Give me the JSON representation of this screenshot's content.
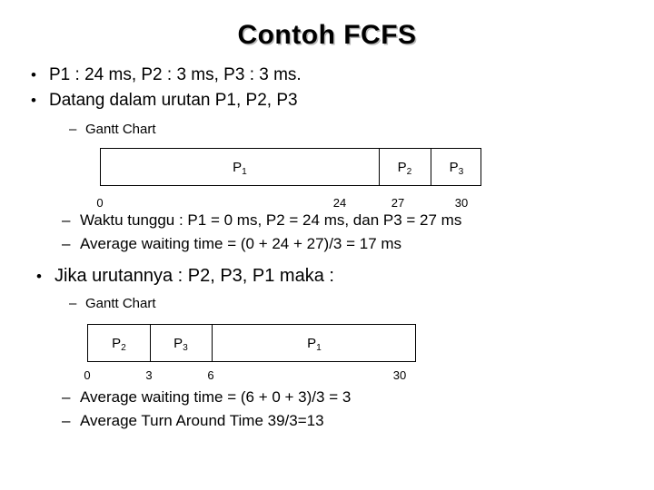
{
  "slide": {
    "title": "Contoh FCFS",
    "bullets": [
      {
        "marker": "•",
        "text": "P1 : 24 ms, P2 : 3 ms, P3 : 3 ms."
      },
      {
        "marker": "•",
        "text": "Datang dalam urutan P1, P2, P3"
      }
    ],
    "sub_bullets_1": [
      {
        "marker": "–",
        "text": "Gantt Chart"
      }
    ],
    "notes_1": [
      {
        "marker": "–",
        "text": "Waktu tunggu : P1 = 0 ms, P2 = 24 ms, dan P3 = 27 ms"
      },
      {
        "marker": "–",
        "text": "Average waiting time = (0 + 24 + 27)/3 = 17 ms"
      }
    ],
    "bullet_2": {
      "marker": "•",
      "text": "Jika urutannya : P2, P3, P1 maka :"
    },
    "sub_bullets_2": [
      {
        "marker": "–",
        "text": "Gantt Chart"
      }
    ],
    "notes_2": [
      {
        "marker": "–",
        "text": "Average waiting time = (6 + 0 + 3)/3 = 3"
      },
      {
        "marker": "–",
        "text": "Average Turn Around Time 39/3=13"
      }
    ]
  },
  "chart_data": [
    {
      "type": "gantt",
      "title": "Gantt Chart",
      "processes": [
        {
          "label": "P",
          "sub": "1",
          "start": 0,
          "end": 24
        },
        {
          "label": "P",
          "sub": "2",
          "start": 24,
          "end": 27
        },
        {
          "label": "P",
          "sub": "3",
          "start": 27,
          "end": 30
        }
      ],
      "ticks": [
        "0",
        "24",
        "27",
        "30"
      ],
      "xlim": [
        0,
        30
      ]
    },
    {
      "type": "gantt",
      "title": "Gantt Chart",
      "processes": [
        {
          "label": "P",
          "sub": "2",
          "start": 0,
          "end": 3
        },
        {
          "label": "P",
          "sub": "3",
          "start": 3,
          "end": 6
        },
        {
          "label": "P",
          "sub": "1",
          "start": 6,
          "end": 30
        }
      ],
      "ticks": [
        "0",
        "3",
        "6",
        "30"
      ],
      "xlim": [
        0,
        30
      ]
    }
  ]
}
